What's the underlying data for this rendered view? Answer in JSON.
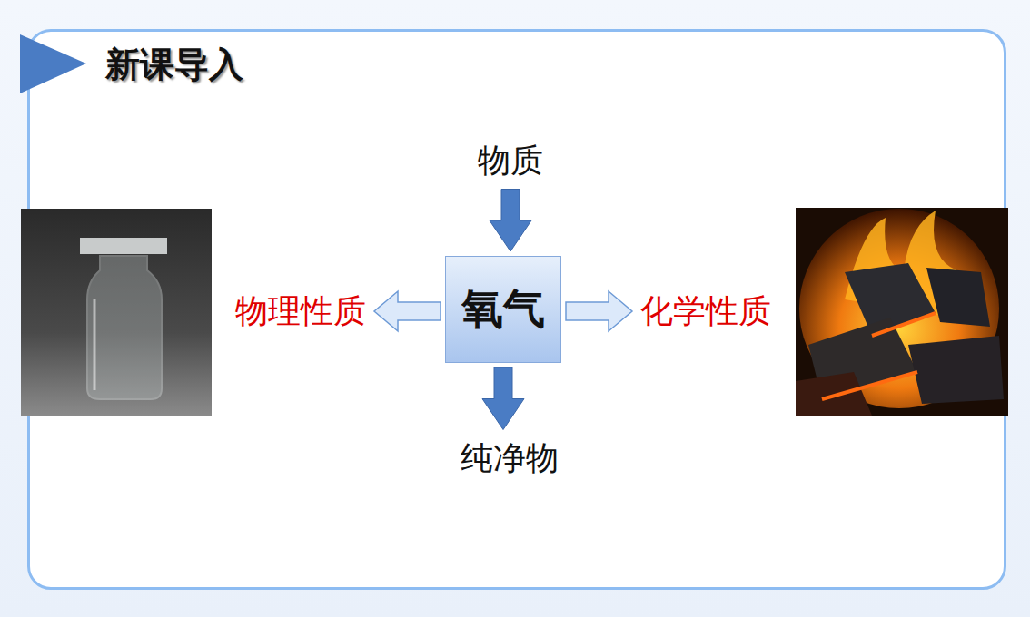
{
  "diagram": {
    "title": "新课导入",
    "nodes": [
      {
        "text": [
          "物质"
        ]
      },
      {
        "text": [
          "物理性质"
        ]
      },
      {
        "text": [
          "氧气"
        ]
      },
      {
        "text": [
          "化学性质"
        ]
      },
      {
        "text": [
          "纯净物"
        ]
      }
    ],
    "edges": [
      {
        "from": 0,
        "to": 2,
        "arrow": "to"
      },
      {
        "from": 2,
        "to": 1,
        "arrow": "to"
      },
      {
        "from": 2,
        "to": 3,
        "arrow": "to"
      },
      {
        "from": 2,
        "to": 4,
        "arrow": "to"
      }
    ]
  }
}
